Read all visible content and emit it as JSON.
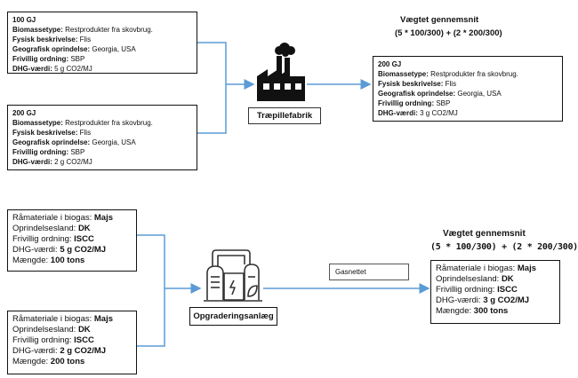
{
  "top": {
    "source_box_1": {
      "amount": "100 GJ",
      "rows": [
        {
          "label": "Biomassetype:",
          "value": "Restprodukter fra skovbrug."
        },
        {
          "label": "Fysisk beskrivelse:",
          "value": "Flis"
        },
        {
          "label": "Geografisk oprindelse:",
          "value": "Georgia, USA"
        },
        {
          "label": "Frivillig ordning:",
          "value": "SBP"
        },
        {
          "label": "DHG-værdi:",
          "value": "5 g CO2/MJ"
        }
      ]
    },
    "source_box_2": {
      "amount": "200 GJ",
      "rows": [
        {
          "label": "Biomassetype:",
          "value": "Restprodukter fra skovbrug."
        },
        {
          "label": "Fysisk beskrivelse:",
          "value": "Flis"
        },
        {
          "label": "Geografisk oprindelse:",
          "value": "Georgia, USA"
        },
        {
          "label": "Frivillig ordning:",
          "value": "SBP"
        },
        {
          "label": "DHG-værdi:",
          "value": "2 g CO2/MJ"
        }
      ]
    },
    "facility_label": "Træpillefabrik",
    "weighted_title": "Vægtet gennemsnit",
    "weighted_formula": "(5 * 100/300) + (2 * 200/300)",
    "result_box": {
      "amount": "200 GJ",
      "rows": [
        {
          "label": "Biomassetype:",
          "value": "Restprodukter fra skovbrug."
        },
        {
          "label": "Fysisk beskrivelse:",
          "value": "Flis"
        },
        {
          "label": "Geografisk oprindelse:",
          "value": "Georgia, USA"
        },
        {
          "label": "Frivillig ordning:",
          "value": "SBP"
        },
        {
          "label": "DHG-værdi:",
          "value": "3 g CO2/MJ"
        }
      ]
    },
    "icon": "factory-icon"
  },
  "bottom": {
    "source_box_1": {
      "rows": [
        {
          "label": "Råmateriale i biogas:",
          "value": "Majs"
        },
        {
          "label": "Oprindelsesland:",
          "value": "DK"
        },
        {
          "label": "Frivillig ordning:",
          "value": "ISCC"
        },
        {
          "label": "DHG-værdi:",
          "value": "5 g CO2/MJ"
        },
        {
          "label": "Mængde:",
          "value": "100 tons"
        }
      ]
    },
    "source_box_2": {
      "rows": [
        {
          "label": "Råmateriale i biogas:",
          "value": "Majs"
        },
        {
          "label": "Oprindelsesland:",
          "value": "DK"
        },
        {
          "label": "Frivillig ordning:",
          "value": "ISCC"
        },
        {
          "label": "DHG-værdi:",
          "value": "2 g CO2/MJ"
        },
        {
          "label": "Mængde:",
          "value": "200 tons"
        }
      ]
    },
    "facility_label": "Opgraderingsanlæg",
    "grid_label": "Gasnettet",
    "weighted_title": "Vægtet gennemsnit",
    "weighted_formula": "(5 * 100/300) + (2 * 200/300)",
    "result_box": {
      "rows": [
        {
          "label": "Råmateriale i biogas:",
          "value": "Majs"
        },
        {
          "label": "Oprindelsesland:",
          "value": "DK"
        },
        {
          "label": "Frivillig ordning:",
          "value": "ISCC"
        },
        {
          "label": "DHG-værdi:",
          "value": "3 g CO2/MJ"
        },
        {
          "label": "Mængde:",
          "value": "300 tons"
        }
      ]
    },
    "icon": "biogas-upgrading-plant-icon"
  },
  "colors": {
    "connector": "#5b9bd5",
    "line": "#111111"
  }
}
